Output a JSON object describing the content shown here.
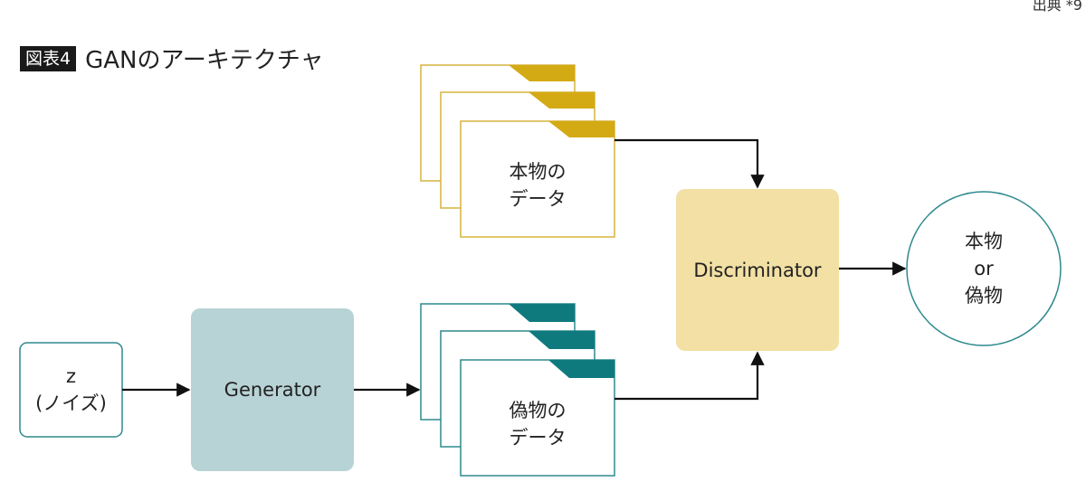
{
  "source_note": "出典 *9",
  "title": {
    "badge": "図表4",
    "text": "GANのアーキテクチャ"
  },
  "nodes": {
    "noise": {
      "line1": "z",
      "line2": "(ノイズ)"
    },
    "generator": {
      "label": "Generator"
    },
    "real_data": {
      "line1": "本物の",
      "line2": "データ"
    },
    "fake_data": {
      "line1": "偽物の",
      "line2": "データ"
    },
    "discriminator": {
      "label": "Discriminator"
    },
    "output": {
      "line1": "本物",
      "line2": "or",
      "line3": "偽物"
    }
  },
  "colors": {
    "real_accent": "#d4aa14",
    "real_border": "#d6b43e",
    "fake_accent": "#0f7a7e",
    "fake_border": "#2f8a8e",
    "generator_fill": "#b8d3d6",
    "discriminator_fill": "#f2e0a4",
    "noise_border": "#2f8a8e",
    "output_border": "#2f8a8e",
    "arrow": "#111111"
  }
}
